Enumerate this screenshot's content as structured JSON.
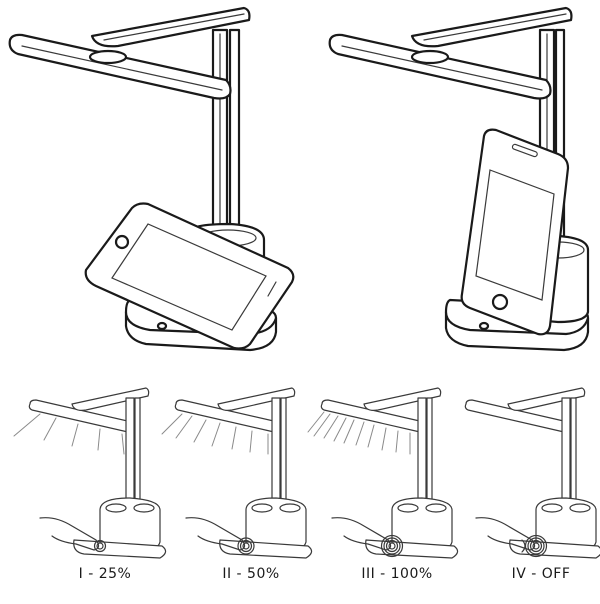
{
  "brightness_modes": [
    {
      "label": "I - 25%",
      "level": 0.25
    },
    {
      "label": "II - 50%",
      "level": 0.5
    },
    {
      "label": "III - 100%",
      "level": 1.0
    },
    {
      "label": "IV - OFF",
      "level": 0
    }
  ]
}
